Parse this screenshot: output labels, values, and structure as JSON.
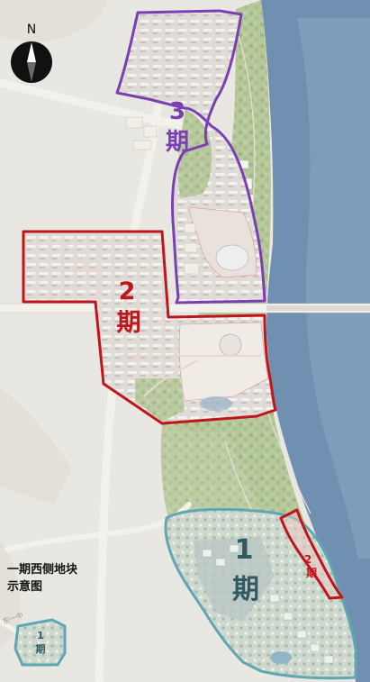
{
  "map": {
    "north_label": "N",
    "inset_caption": [
      "一期西侧地块",
      "示意图"
    ],
    "road_label": "东一中",
    "phases": [
      {
        "id": "phase-3",
        "number": "3",
        "char": "期",
        "color": "#7b3fb4"
      },
      {
        "id": "phase-2",
        "number": "2",
        "char": "期",
        "color": "#c0161b"
      },
      {
        "id": "phase-1",
        "number": "1",
        "char": "期",
        "color": "#2f5a64"
      },
      {
        "id": "phase-2-east",
        "number": "2",
        "char": "期",
        "color": "#c0161b"
      },
      {
        "id": "phase-1-west",
        "number": "1",
        "char": "期",
        "color": "#2f5a64"
      }
    ],
    "colors": {
      "water": "#6f8fb1",
      "green": "#b6c99b",
      "land": "#e7e5de",
      "phase3_outline": "#7b3fb4",
      "phase2_outline": "#c0161b",
      "phase1_outline": "#5ea7b3"
    }
  }
}
